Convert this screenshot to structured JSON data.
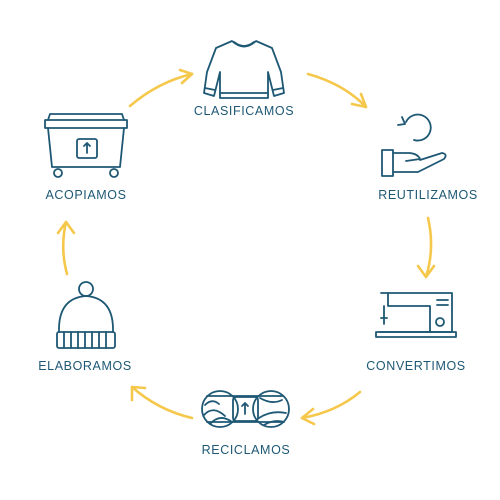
{
  "colors": {
    "ink": "#1e5874",
    "arrow": "#f5c84b",
    "background": "#ffffff"
  },
  "steps": [
    {
      "label": "CLASIFICAMOS",
      "icon": "sweater-icon"
    },
    {
      "label": "REUTILIZAMOS",
      "icon": "hand-reuse-icon"
    },
    {
      "label": "CONVERTIMOS",
      "icon": "sewing-machine-icon"
    },
    {
      "label": "RECICLAMOS",
      "icon": "yarn-ball-icon"
    },
    {
      "label": "ELABORAMOS",
      "icon": "beanie-icon"
    },
    {
      "label": "ACOPIAMOS",
      "icon": "collection-bin-icon"
    }
  ]
}
